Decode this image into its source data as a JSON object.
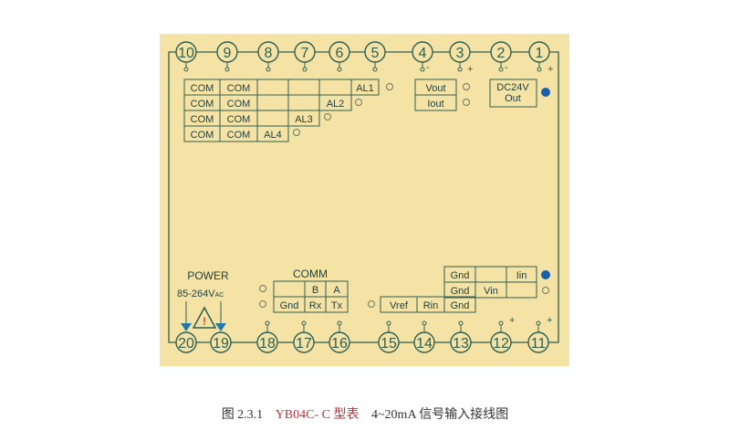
{
  "colors": {
    "panel": "#f5e3a6",
    "line": "#2f5f52",
    "text": "#1f3f3a",
    "dot": "#1a5fa8"
  },
  "top_terminals": [
    "10",
    "9",
    "8",
    "7",
    "6",
    "5",
    "4",
    "3",
    "2",
    "1"
  ],
  "bottom_terminals": [
    "20",
    "19",
    "18",
    "17",
    "16",
    "15",
    "14",
    "13",
    "12",
    "11"
  ],
  "polarity": {
    "plus": "+",
    "minus": "-"
  },
  "alarm_table": {
    "rows": [
      [
        "COM",
        "COM",
        "",
        "",
        "",
        "AL1"
      ],
      [
        "COM",
        "COM",
        "",
        "",
        "AL2"
      ],
      [
        "COM",
        "COM",
        "",
        "AL3"
      ],
      [
        "COM",
        "COM",
        "AL4"
      ]
    ]
  },
  "output_table": {
    "rows": [
      "Vout",
      "Iout"
    ]
  },
  "dc_out": {
    "line1": "DC24V",
    "line2": "Out"
  },
  "power": {
    "title": "POWER",
    "range": "85-264V",
    "range_sub": "AC"
  },
  "comm": {
    "title": "COMM",
    "rows": [
      [
        "",
        "B",
        "A"
      ],
      [
        "Gnd",
        "Rx",
        "Tx"
      ]
    ]
  },
  "input_table": {
    "rows": [
      [
        "Gnd",
        "",
        "Iin"
      ],
      [
        "Gnd",
        "Vin",
        ""
      ]
    ]
  },
  "ref_table": {
    "cells": [
      "Vref",
      "Rin",
      "Gnd"
    ]
  },
  "caption": {
    "figure": "图 2.3.1",
    "model": "YB04C- C 型表",
    "desc": "4~20mA 信号输入接线图"
  }
}
